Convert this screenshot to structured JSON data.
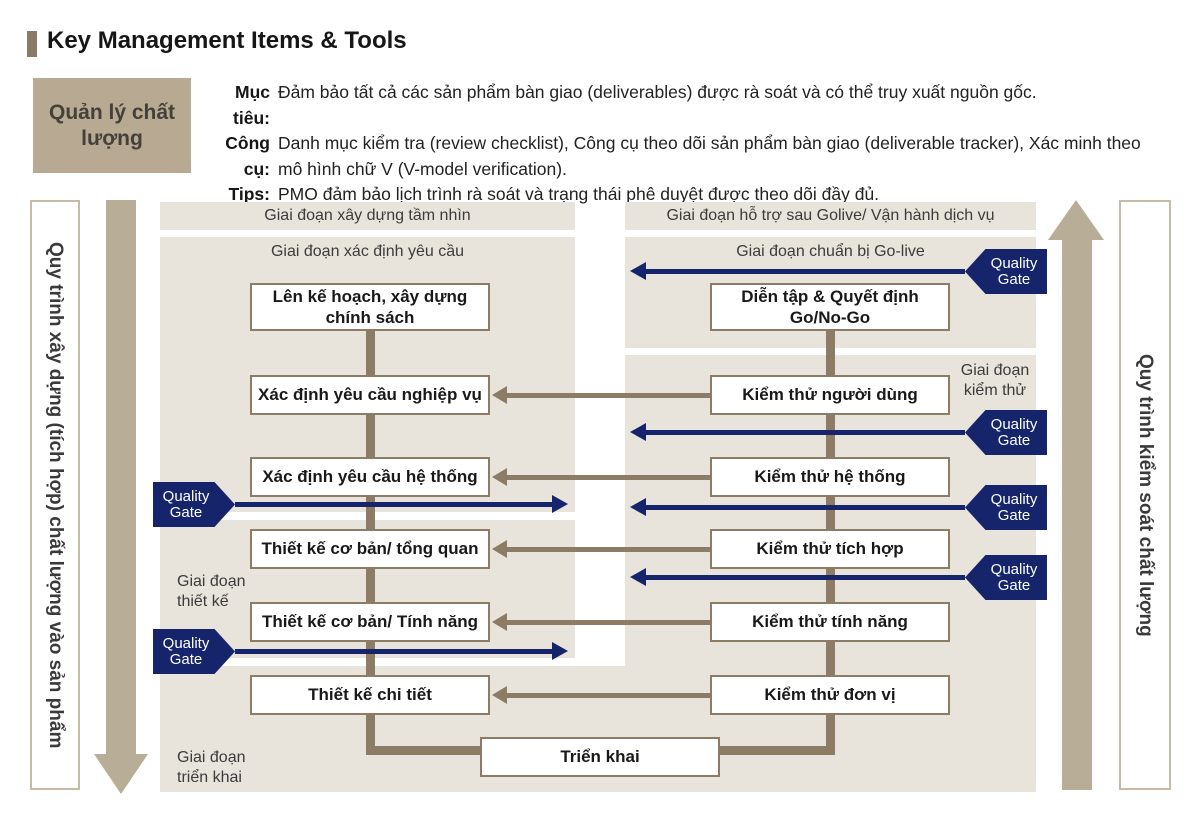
{
  "title": "Key Management Items & Tools",
  "quality_box": "Quản lý chất lượng",
  "summary": {
    "muc_tieu_label": "Mục tiêu:",
    "muc_tieu": "Đảm bảo tất cả các sản phẩm bàn giao (deliverables) được rà soát và có thể truy xuất nguồn gốc.",
    "cong_cu_label": "Công cụ:",
    "cong_cu": "Danh mục kiểm tra (review checklist), Công cụ theo dõi sản phẩm bàn giao (deliverable tracker), Xác minh theo mô hình chữ V (V-model verification).",
    "tips_label": "Tips:",
    "tips": "PMO đảm bảo lịch trình rà soát và trạng thái phê duyệt được theo dõi đầy đủ."
  },
  "sidebar_left": "Quy trình xây dựng (tích hợp) chất lượng vào sản phẩm",
  "sidebar_right": "Quy trình kiểm soát chất lượng",
  "bands": {
    "left_top": "Giai đoạn xây dựng tầm nhìn",
    "right_top": "Giai đoạn hỗ trợ sau Golive/ Vận hành dịch vụ",
    "left_req": "Giai đoạn xác định yêu cầu",
    "right_golive": "Giai đoạn chuẩn bị Go-live"
  },
  "phase_labels": {
    "design_l1": "Giai đoạn",
    "design_l2": "thiết kế",
    "test_l1": "Giai đoạn",
    "test_l2": "kiểm thử",
    "deploy_l1": "Giai đoạn",
    "deploy_l2": "triển khai"
  },
  "left_boxes": [
    "Lên kế hoạch, xây dựng chính sách",
    "Xác định yêu cầu nghiệp vụ",
    "Xác định yêu cầu hệ thống",
    "Thiết kế cơ bản/ tổng quan",
    "Thiết kế cơ bản/ Tính năng",
    "Thiết kế chi tiết"
  ],
  "right_boxes": [
    "Diễn tập & Quyết định Go/No-Go",
    "Kiểm thử người dùng",
    "Kiểm thử hệ thống",
    "Kiểm thử tích hợp",
    "Kiểm thử tính năng",
    "Kiểm thử đơn vị"
  ],
  "bottom_box": "Triển khai",
  "quality_gate": {
    "line1": "Quality",
    "line2": "Gate"
  },
  "colors": {
    "navy": "#15246b",
    "connector_brown": "#8c7c66",
    "panel_beige": "#e9e4db",
    "tan_arrow": "#b8ad96",
    "tan_box": "#b7a992",
    "title_bar": "#8a7a6a"
  }
}
